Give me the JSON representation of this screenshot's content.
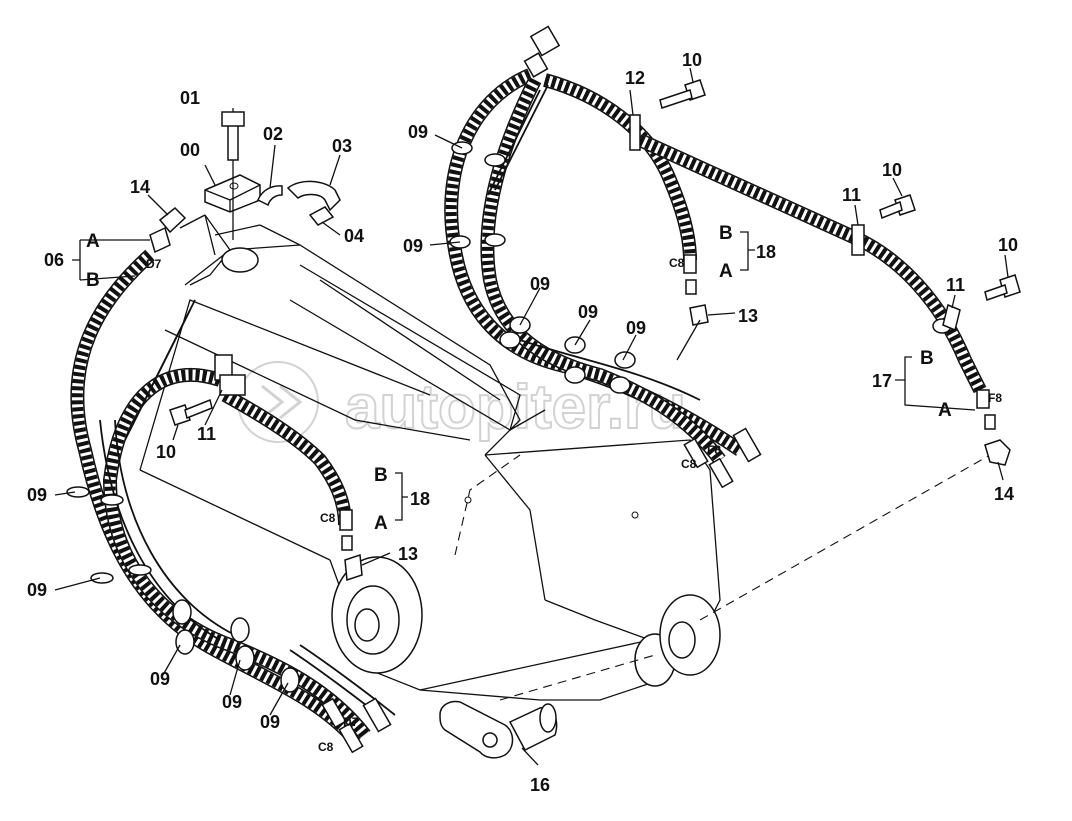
{
  "watermark": "autopiter.ru",
  "part_labels": {
    "p00": "00",
    "p01": "01",
    "p02": "02",
    "p03": "03",
    "p04": "04",
    "p06": "06",
    "p09": "09",
    "p10": "10",
    "p11": "11",
    "p12": "12",
    "p13": "13",
    "p14": "14",
    "p16": "16",
    "p17": "17",
    "p18": "18"
  },
  "hose_ends": {
    "a": "A",
    "b": "B"
  },
  "fitting_codes": {
    "c8": "C8",
    "d7": "D7",
    "f8": "F8"
  }
}
